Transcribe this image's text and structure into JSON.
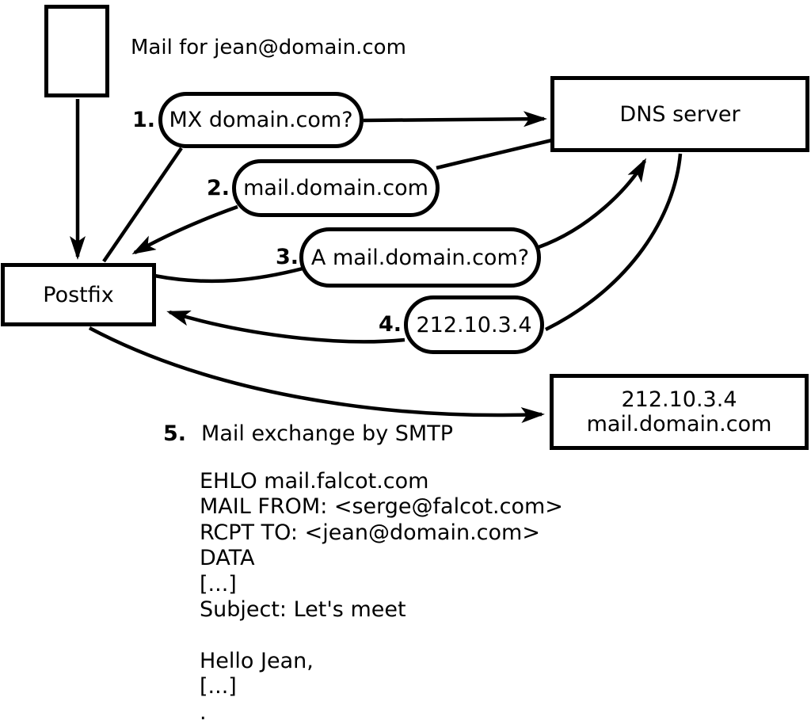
{
  "colors": {
    "ink": "#000000",
    "background": "#ffffff"
  },
  "diagram": {
    "mail_note": "Mail for jean@domain.com",
    "nodes": {
      "postfix": {
        "label": "Postfix"
      },
      "dns_server": {
        "label": "DNS server"
      },
      "target_host": {
        "line1": "212.10.3.4",
        "line2": "mail.domain.com"
      }
    },
    "steps": [
      {
        "num": "1.",
        "label": "MX domain.com?"
      },
      {
        "num": "2.",
        "label": "mail.domain.com"
      },
      {
        "num": "3.",
        "label": "A mail.domain.com?"
      },
      {
        "num": "4.",
        "label": "212.10.3.4"
      },
      {
        "num": "5.",
        "label": "Mail exchange by SMTP"
      }
    ],
    "smtp_session": [
      "EHLO mail.falcot.com",
      "MAIL FROM: <serge@falcot.com>",
      "RCPT TO: <jean@domain.com>",
      "DATA",
      "[...]",
      "Subject: Let's meet",
      "",
      "Hello Jean,",
      "[...]",
      "."
    ]
  }
}
